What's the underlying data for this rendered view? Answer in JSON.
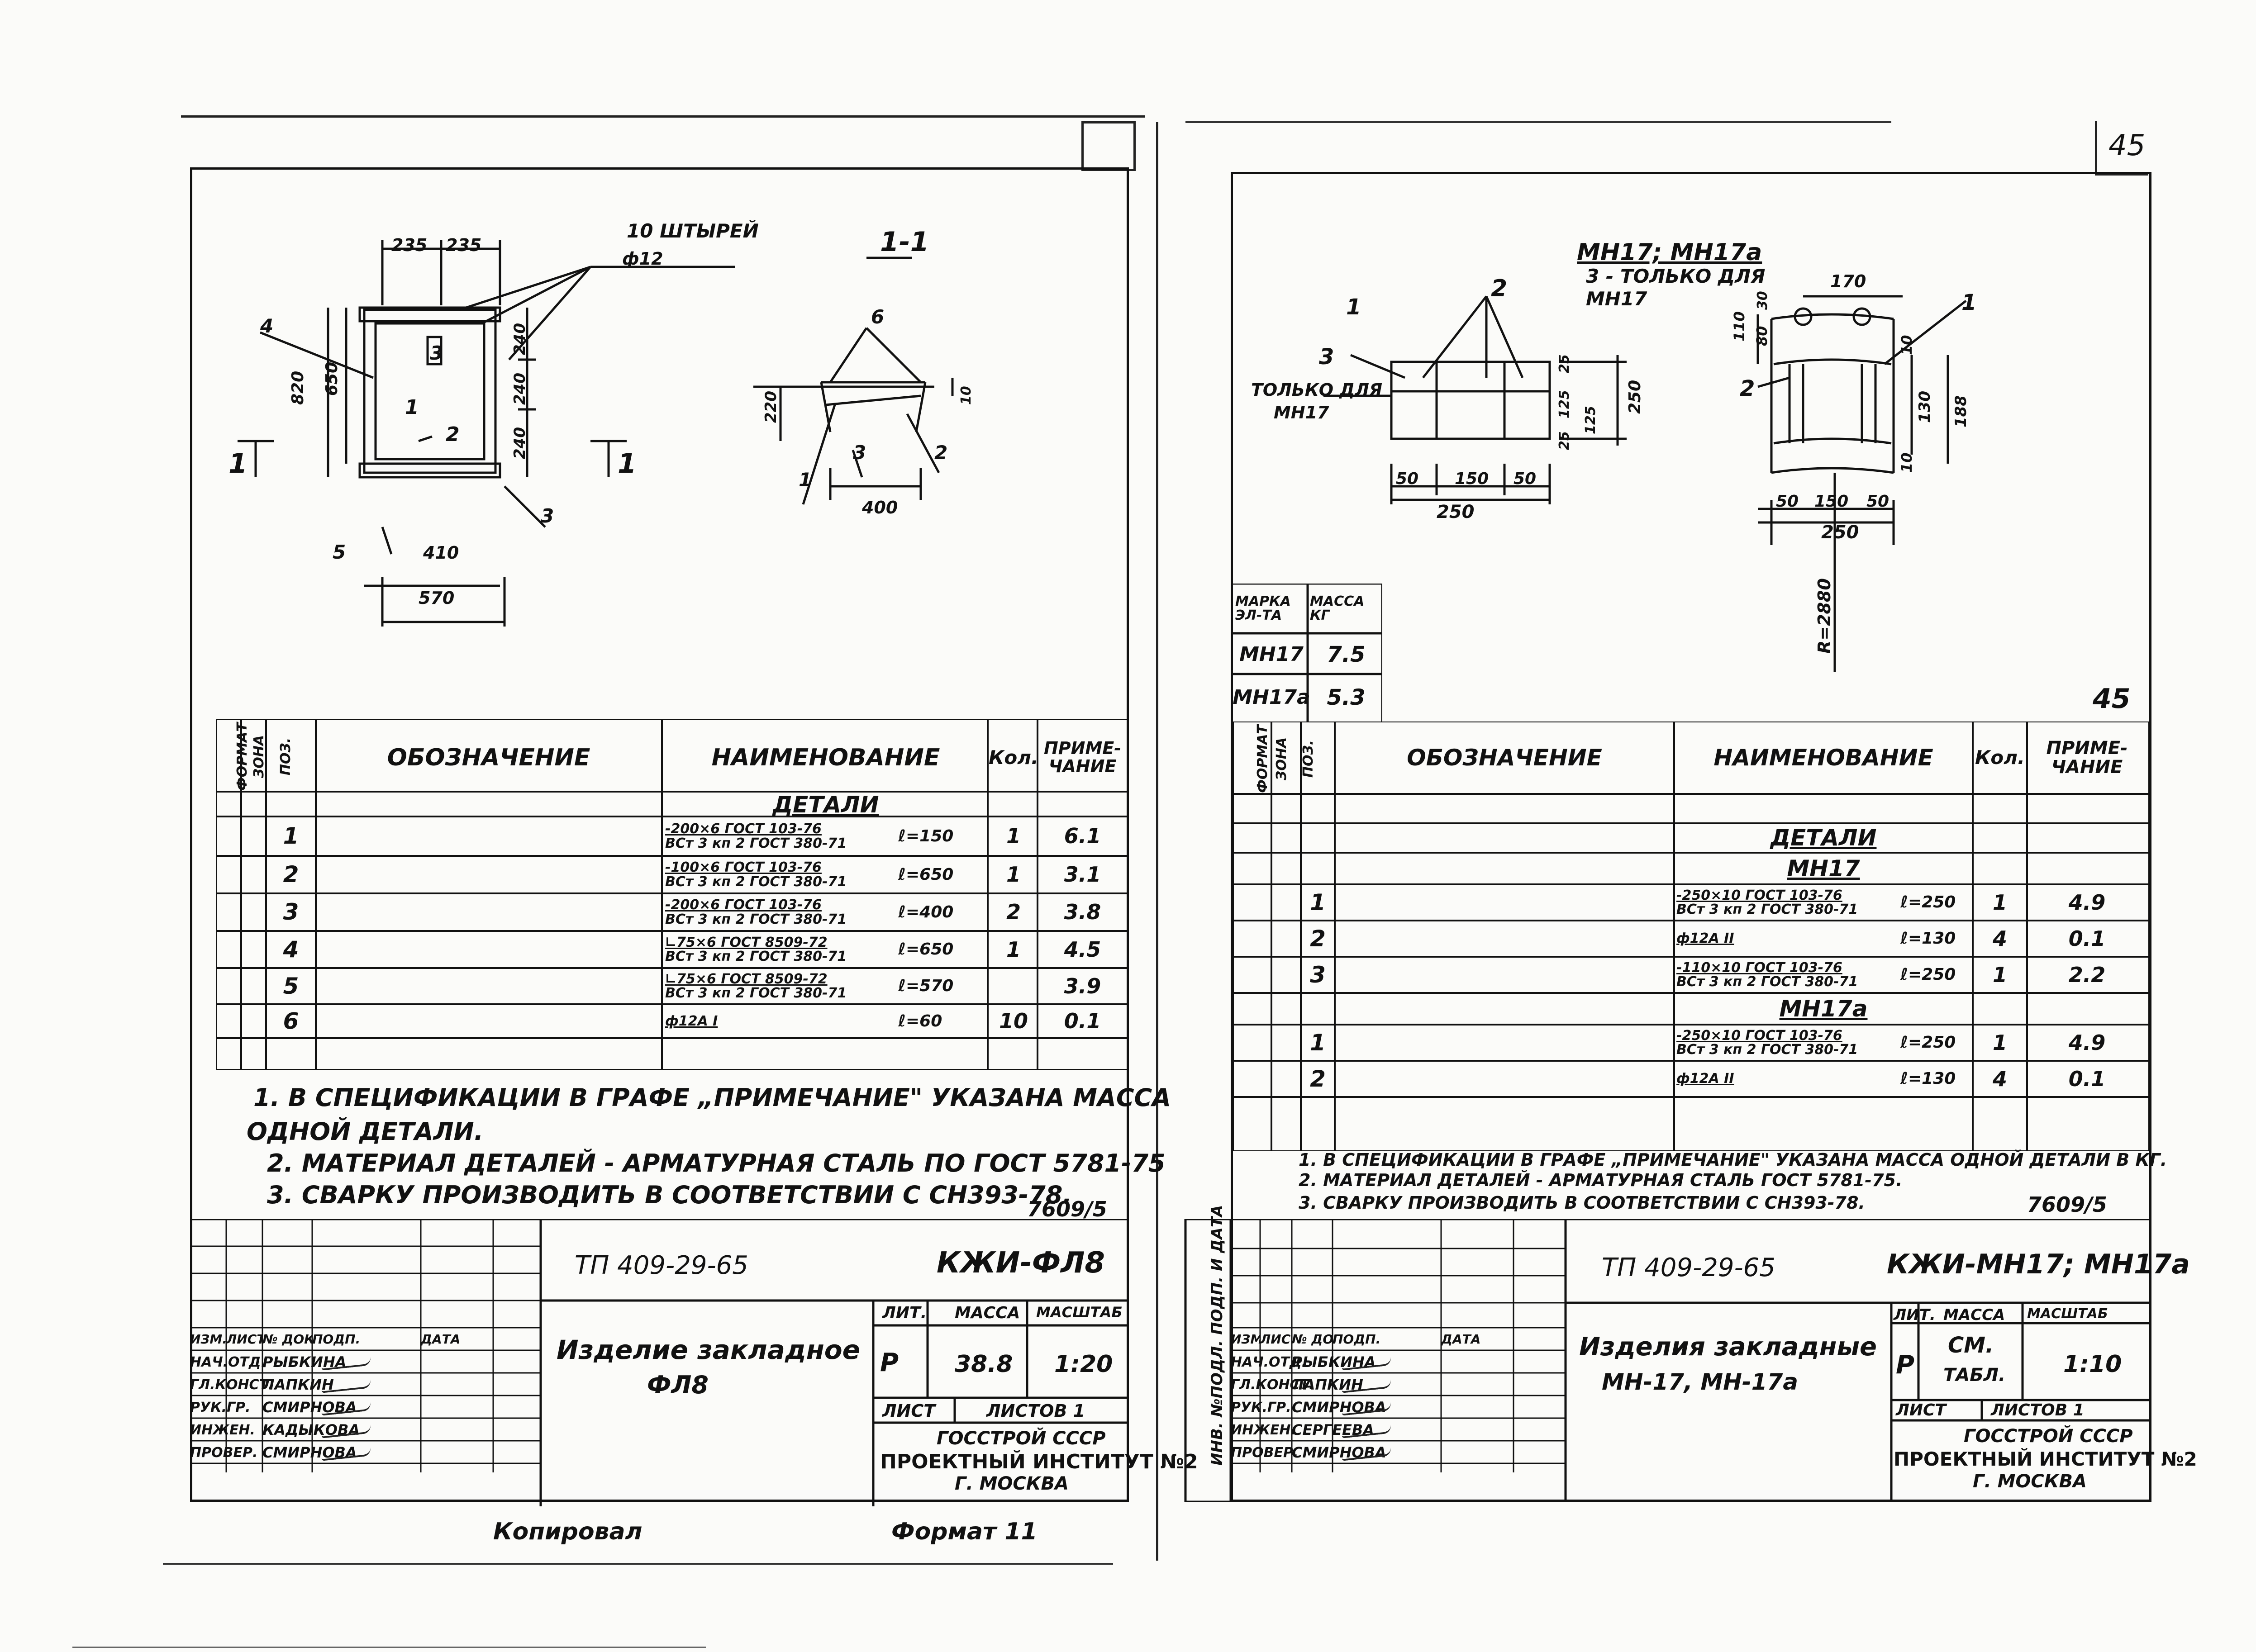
{
  "page_number": "45",
  "left": {
    "section_label": "1-1",
    "drawing_labels": {
      "dim_235a": "235",
      "dim_235b": "235",
      "dim_410": "410",
      "dim_570": "570",
      "dim_820": "820",
      "dim_650": "650",
      "dim_240a": "240",
      "dim_240b": "240",
      "dim_240c": "240",
      "dim_400": "400",
      "dim_220": "220",
      "dim_10": "10",
      "studs_note": "10 ШТЫРЕЙ",
      "studs_dia": "ф12",
      "cut_left": "1",
      "cut_right": "1",
      "pos1": "1",
      "pos2": "2",
      "pos3": "3",
      "pos4": "4",
      "pos5": "5",
      "pos6": "6",
      "pos1b": "1",
      "pos2b": "2",
      "pos3b": "3",
      "pos3c": "3"
    },
    "table_headers": {
      "format": "ФОРМАТ",
      "zone": "ЗОНА",
      "pos": "ПОЗ.",
      "designation": "ОБОЗНАЧЕНИЕ",
      "name": "НАИМЕНОВАНИЕ",
      "qty": "Кол.",
      "note": "ПРИМЕ-ЧАНИЕ"
    },
    "section_title": "ДЕТАЛИ",
    "rows": [
      {
        "pos": "1",
        "line1": "-200×6 ГОСТ 103-76",
        "line2": "ВСт 3 кп 2 ГОСТ 380-71",
        "len": "ℓ=150",
        "qty": "1",
        "note": "6.1"
      },
      {
        "pos": "2",
        "line1": "-100×6 ГОСТ 103-76",
        "line2": "ВСт 3 кп 2 ГОСТ 380-71",
        "len": "ℓ=650",
        "qty": "1",
        "note": "3.1"
      },
      {
        "pos": "3",
        "line1": "-200×6 ГОСТ 103-76",
        "line2": "ВСт 3 кп 2 ГОСТ 380-71",
        "len": "ℓ=400",
        "qty": "2",
        "note": "3.8"
      },
      {
        "pos": "4",
        "line1": "∟75×6 ГОСТ 8509-72",
        "line2": "ВСт 3 кп 2 ГОСТ 380-71",
        "len": "ℓ=650",
        "qty": "1",
        "note": "4.5"
      },
      {
        "pos": "5",
        "line1": "∟75×6 ГОСТ 8509-72",
        "line2": "ВСт 3 кп 2 ГОСТ 380-71",
        "len": "ℓ=570",
        "qty": "",
        "note": "3.9"
      },
      {
        "pos": "6",
        "line1": "ф12А I",
        "line2": "",
        "len": "ℓ=60",
        "qty": "10",
        "note": "0.1"
      }
    ],
    "notes": [
      "1. В СПЕЦИФИКАЦИИ В ГРАФЕ „ПРИМЕЧАНИЕ\" УКАЗАНА МАССА",
      "ОДНОЙ ДЕТАЛИ.",
      "2. МАТЕРИАЛ ДЕТАЛЕЙ - АРМАТУРНАЯ СТАЛЬ ПО ГОСТ 5781-75",
      "3. СВАРКУ ПРОИЗВОДИТЬ В СООТВЕТСТВИИ С СН393-78."
    ],
    "sheet_code": "7609/5",
    "project": "ТП 409-29-65",
    "doc_code": "КЖИ-ФЛ8",
    "item_title": "Изделие закладное",
    "item_sub": "ФЛ8",
    "stage_header": "ЛИТ.",
    "mass_header": "МАССА",
    "scale_header": "МАСШТАБ",
    "stage": "Р",
    "mass": "38.8",
    "scale": "1:20",
    "sheet_label": "ЛИСТ",
    "sheets_label": "ЛИСТОВ 1",
    "org1": "ГОССТРОЙ СССР",
    "org2": "ПРОЕКТНЫЙ ИНСТИТУТ №2",
    "org3": "Г. МОСКВА",
    "sig_headers": [
      "ИЗМ.",
      "ЛИСТ",
      "№ ДОКУМ.",
      "ПОДП.",
      "ДАТА"
    ],
    "signers": [
      {
        "role": "НАЧ.ОТД.",
        "name": "РЫБКИНА"
      },
      {
        "role": "ГЛ.КОНСТ.",
        "name": "ЛАПКИН"
      },
      {
        "role": "РУК.ГР.",
        "name": "СМИРНОВА"
      },
      {
        "role": "ИНЖЕН.",
        "name": "КАДЫКОВА"
      },
      {
        "role": "ПРОВЕР.",
        "name": "СМИРНОВА"
      }
    ],
    "copied": "Копировал",
    "format": "Формат 11"
  },
  "right": {
    "header1": "МН17; МН17а",
    "header2": "3 - ТОЛЬКО ДЛЯ",
    "header3": "МН17",
    "only_for": "ТОЛЬКО ДЛЯ",
    "only_for2": "МН17",
    "drawing_labels": {
      "dim_170": "170",
      "dim_110": "110",
      "dim_80": "80",
      "dim_30": "30",
      "dim_25a": "25",
      "dim_125a": "125",
      "dim_250v": "250",
      "dim_25b": "25",
      "dim_125b": "125",
      "dim_50a": "50",
      "dim_150a": "150",
      "dim_50b": "50",
      "dim_250a": "250",
      "dim_50c": "50",
      "dim_150b": "150",
      "dim_50d": "50",
      "dim_250b": "250",
      "dim_10a": "10",
      "dim_130": "130",
      "dim_188": "188",
      "dim_10b": "10",
      "radius": "R=2880",
      "pos1": "1",
      "pos2": "2",
      "pos3": "3",
      "pos1b": "1",
      "pos2b": "2"
    },
    "mass_table": {
      "h1": "МАРКА ЭЛ-ТА",
      "h2": "МАССА КГ",
      "rows": [
        {
          "mark": "МН17",
          "mass": "7.5"
        },
        {
          "mark": "МН17а",
          "mass": "5.3"
        }
      ]
    },
    "corner_number": "45",
    "table_headers": {
      "format": "ФОРМАТ",
      "zone": "ЗОНА",
      "pos": "ПОЗ.",
      "designation": "ОБОЗНАЧЕНИЕ",
      "name": "НАИМЕНОВАНИЕ",
      "qty": "Кол.",
      "note": "ПРИМЕ-ЧАНИЕ"
    },
    "section_title": "ДЕТАЛИ",
    "group1": "МН17",
    "group2": "МН17а",
    "rows1": [
      {
        "pos": "1",
        "line1": "-250×10 ГОСТ 103-76",
        "line2": "ВСт 3 кп 2 ГОСТ 380-71",
        "len": "ℓ=250",
        "qty": "1",
        "note": "4.9"
      },
      {
        "pos": "2",
        "line1": "ф12А II",
        "line2": "",
        "len": "ℓ=130",
        "qty": "4",
        "note": "0.1"
      },
      {
        "pos": "3",
        "line1": "-110×10 ГОСТ 103-76",
        "line2": "ВСт 3 кп 2 ГОСТ 380-71",
        "len": "ℓ=250",
        "qty": "1",
        "note": "2.2"
      }
    ],
    "rows2": [
      {
        "pos": "1",
        "line1": "-250×10 ГОСТ 103-76",
        "line2": "ВСт 3 кп 2 ГОСТ 380-71",
        "len": "ℓ=250",
        "qty": "1",
        "note": "4.9"
      },
      {
        "pos": "2",
        "line1": "ф12А II",
        "line2": "",
        "len": "ℓ=130",
        "qty": "4",
        "note": "0.1"
      }
    ],
    "notes": [
      "1. В СПЕЦИФИКАЦИИ В ГРАФЕ „ПРИМЕЧАНИЕ\" УКАЗАНА МАССА ОДНОЙ ДЕТАЛИ В КГ.",
      "2. МАТЕРИАЛ ДЕТАЛЕЙ - АРМАТУРНАЯ СТАЛЬ ГОСТ 5781-75.",
      "3. СВАРКУ ПРОИЗВОДИТЬ В СООТВЕТСТВИИ С СН393-78."
    ],
    "sheet_code": "7609/5",
    "project": "ТП 409-29-65",
    "doc_code": "КЖИ-МН17; МН17а",
    "item_title": "Изделия закладные",
    "item_sub": "МН-17, МН-17а",
    "stage_header": "ЛИТ.",
    "mass_header": "МАССА",
    "scale_header": "МАСШТАБ",
    "stage": "Р",
    "mass1": "СМ.",
    "mass2": "ТАБЛ.",
    "scale": "1:10",
    "sheet_label": "ЛИСТ",
    "sheets_label": "ЛИСТОВ 1",
    "org1": "ГОССТРОЙ СССР",
    "org2": "ПРОЕКТНЫЙ ИНСТИТУТ №2",
    "org3": "Г. МОСКВА",
    "side_stamp": "ИНВ. №ПОДЛ. ПОДП. И ДАТА",
    "sig_headers": [
      "ИЗМ.",
      "ЛИСТ",
      "№ ДОКУМ.",
      "ПОДП.",
      "ДАТА"
    ],
    "signers": [
      {
        "role": "НАЧ.ОТД.",
        "name": "РЫБКИНА"
      },
      {
        "role": "ГЛ.КОНСТ.",
        "name": "ЛАПКИН"
      },
      {
        "role": "РУК.ГР.",
        "name": "СМИРНОВА"
      },
      {
        "role": "ИНЖЕН.",
        "name": "СЕРГЕЕВА"
      },
      {
        "role": "ПРОВЕР.",
        "name": "СМИРНОВА"
      }
    ]
  }
}
